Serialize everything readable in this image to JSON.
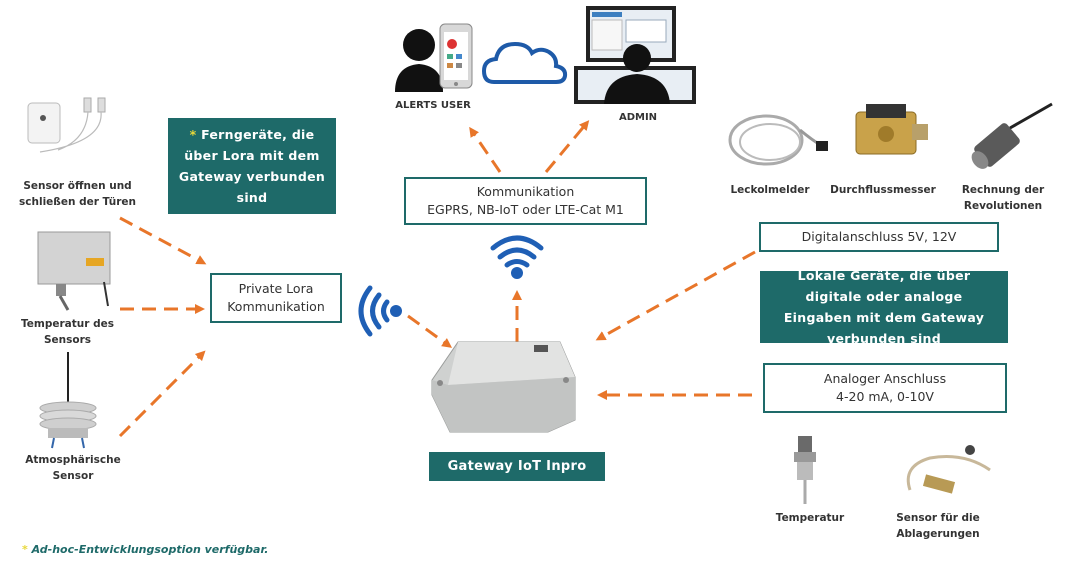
{
  "colors": {
    "teal": "#1e6a69",
    "arrow": "#e8762a",
    "star": "#e8d83a"
  },
  "top": {
    "alerts_user": "ALERTS USER",
    "admin": "ADMIN",
    "communication_title": "Kommunikation",
    "communication_options": "EGPRS, NB-IoT oder LTE-Cat M1"
  },
  "left": {
    "remote_note_star": "*",
    "remote_note": "Ferngeräte, die über Lora mit dem Gateway verbunden sind",
    "door_sensor": "Sensor öffnen und schließen der Türen",
    "temp_sensor": "Temperatur des Sensors",
    "atmo_sensor": "Atmosphärische Sensor",
    "lora_title": "Private Lora",
    "lora_sub": "Kommunikation"
  },
  "center": {
    "gateway": "Gateway IoT Inpro"
  },
  "right": {
    "leak": "Leckolmelder",
    "flow": "Durchflussmesser",
    "revolutions": "Rechnung der Revolutionen",
    "digital": "Digitalanschluss 5V, 12V",
    "local_note": "Lokale Geräte, die über digitale oder analoge Eingaben mit dem Gateway verbunden sind",
    "analog_title": "Analoger Anschluss",
    "analog_range": "4-20 mA, 0-10V",
    "temperature": "Temperatur",
    "deposit_sensor": "Sensor für die Ablagerungen"
  },
  "footnote": {
    "star": "*",
    "text": "Ad-hoc-Entwicklungsoption verfügbar."
  },
  "icons": [
    "person-phone-icon",
    "cloud-icon",
    "admin-monitor-icon",
    "wifi-up-icon",
    "wifi-right-icon",
    "gateway-box-icon",
    "door-sensor-icon",
    "temp-box-sensor-icon",
    "atmo-sensor-icon",
    "leak-cable-icon",
    "flow-meter-icon",
    "revolution-sensor-icon",
    "temp-probe-icon",
    "deposit-sensor-icon"
  ]
}
